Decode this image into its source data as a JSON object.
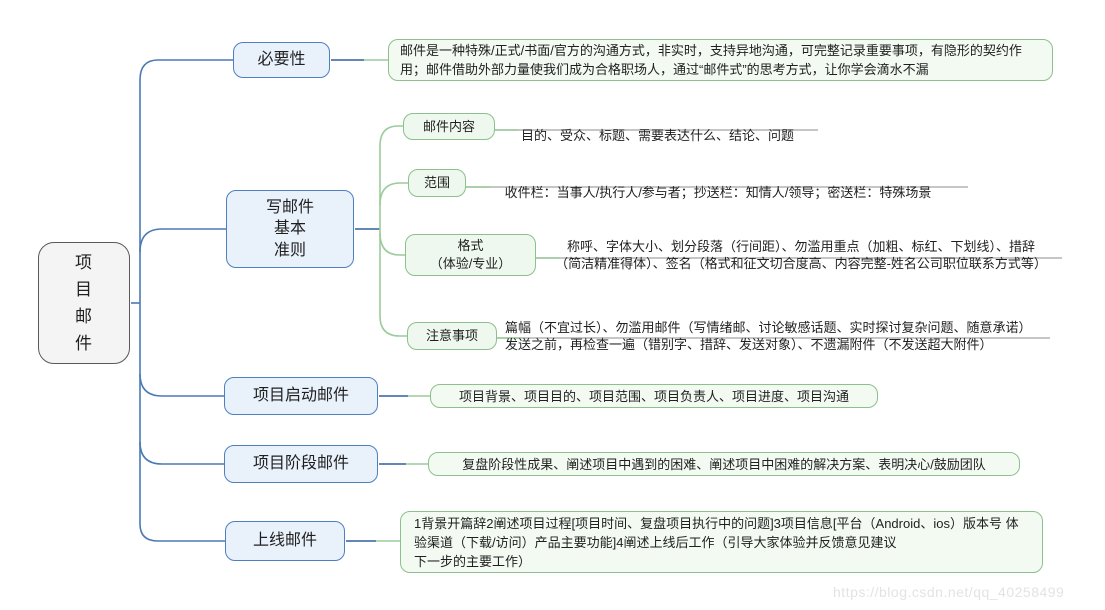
{
  "root": {
    "label": "项\n目\n邮\n件"
  },
  "branches": [
    {
      "label": "必要性",
      "content": "邮件是一种特殊/正式/书面/官方的沟通方式，非实时，支持异地沟通，可完整记录重要事项，有隐形的契约作用；邮件借助外部力量使我们成为合格职场人，通过“邮件式”的思考方式，让你学会滴水不漏"
    },
    {
      "label": "写邮件\n基本\n准则",
      "children": [
        {
          "label": "邮件内容",
          "content": "目的、受众、标题、需要表达什么、结论、问题"
        },
        {
          "label": "范围",
          "content": "收件栏：当事人/执行人/参与者；抄送栏：知情人/领导；密送栏：特殊场景"
        },
        {
          "label": "格式\n（体验/专业）",
          "content": "称呼、字体大小、划分段落（行间距）、勿滥用重点（加粗、标红、下划线）、措辞\n（简洁精准得体）、签名（格式和征文切合度高、内容完整-姓名公司职位联系方式等）"
        },
        {
          "label": "注意事项",
          "content": "篇幅（不宜过长）、勿滥用邮件（写情绪邮、讨论敏感话题、实时探讨复杂问题、随意承诺）\n发送之前，再检查一遍（错别字、措辞、发送对象）、不遗漏附件（不发送超大附件）"
        }
      ]
    },
    {
      "label": "项目启动邮件",
      "content": "项目背景、项目目的、项目范围、项目负责人、项目进度、项目沟通"
    },
    {
      "label": "项目阶段邮件",
      "content": "复盘阶段性成果、阐述项目中遇到的困难、阐述项目中困难的解决方案、表明决心/鼓励团队"
    },
    {
      "label": "上线邮件",
      "content": "1背景开篇辞2阐述项目过程[项目时间、复盘项目执行中的问题]3项目信息[平台（Android、ios）版本号 体验渠道（下载/访问）产品主要功能]4阐述上线后工作（引导大家体验并反馈意见建议\n下一步的主要工作）"
    }
  ],
  "watermark": "https://blog.csdn.net/qq_40258499",
  "colors": {
    "node_border_blue": "#4e7fc0",
    "node_fill_blue": "#e9f1fb",
    "node_border_green": "#8cc08c",
    "node_fill_green": "#eff8ef",
    "root_border": "#595959",
    "root_fill": "#f4f4f4",
    "edge_blue": "#4a7ab5",
    "edge_blue_dark": "#2f5f9e",
    "edge_green": "#9ccb9c",
    "underline_grey": "#b3b3b3"
  }
}
